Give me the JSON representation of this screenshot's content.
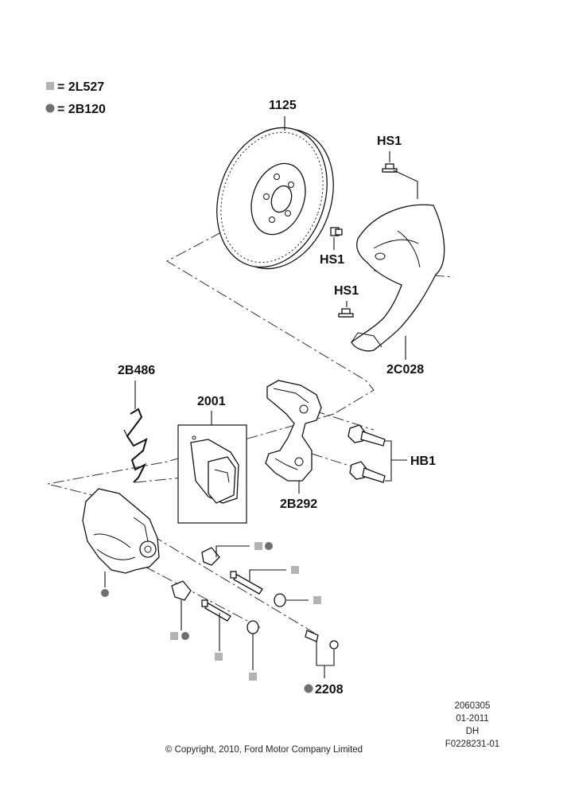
{
  "legend": [
    {
      "symbol": "square",
      "text": "= 2L527"
    },
    {
      "symbol": "circle",
      "text": "= 2B120"
    }
  ],
  "labels": {
    "disc": "1125",
    "hs1_top": "HS1",
    "hs1_mid": "HS1",
    "hs1_low": "HS1",
    "shield": "2C028",
    "clip": "2B486",
    "pads": "2001",
    "bracket": "2B292",
    "bolts": "HB1",
    "bleed": "2208"
  },
  "footer": {
    "ref1": "2060305",
    "ref2": "01-2011",
    "ref3": "DH",
    "ref4": "F0228231-01",
    "copyright": "© Copyright, 2010, Ford Motor Company Limited"
  },
  "colors": {
    "square_symbol": "#b3b3b3",
    "circle_symbol": "#6f6f6f",
    "line": "#111111"
  }
}
